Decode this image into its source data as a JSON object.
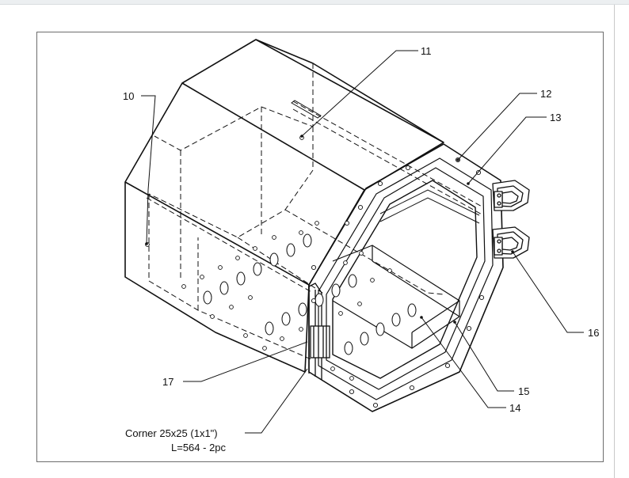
{
  "callouts": {
    "c10": "10",
    "c11": "11",
    "c12": "12",
    "c13": "13",
    "c14": "14",
    "c15": "15",
    "c16": "16",
    "c17": "17"
  },
  "note": {
    "line1": "Corner 25x25 (1x1\")",
    "line2": "L=564 - 2pc"
  }
}
